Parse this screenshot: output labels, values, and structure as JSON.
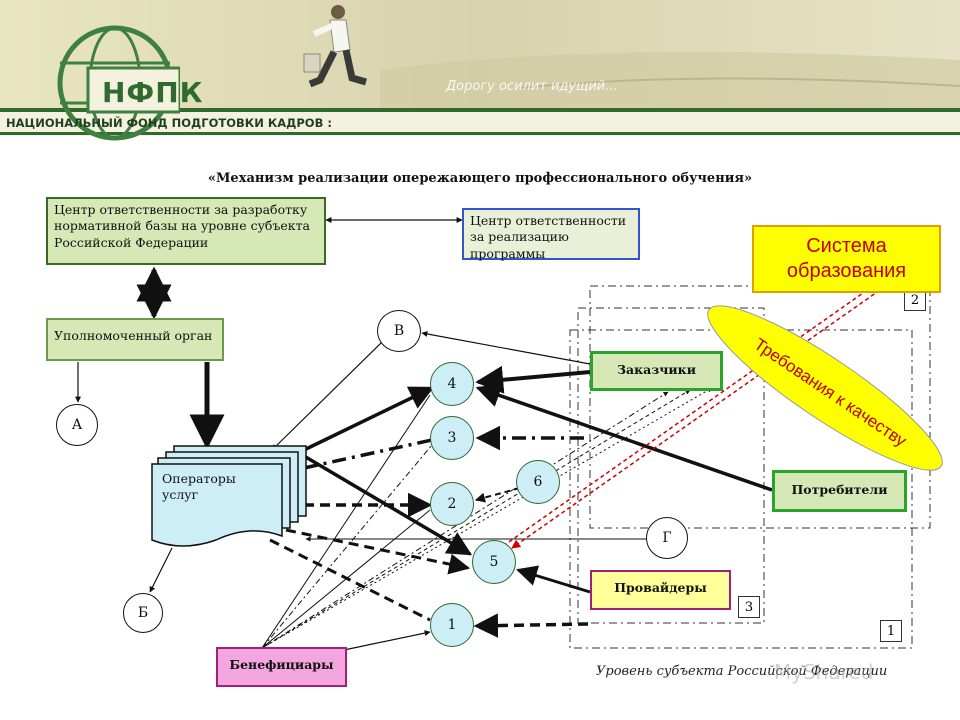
{
  "header": {
    "logo_text": "НФПК",
    "slogan": "Дорогу осилит идущий...",
    "fund_name": "НАЦИОНАЛЬНЫЙ ФОНД ПОДГОТОВКИ КАДРОВ :"
  },
  "diagram": {
    "title": "«Механизм реализации опережающего профессионального обучения»",
    "nodes": {
      "center_norm": "Центр ответственности за разработку нормативной базы на уровне субъекта Российской Федерации",
      "center_program": "Центр ответственности за реализацию программы",
      "authorized_body": "Уполномоченный орган",
      "operators": "Операторы услуг",
      "customers": "Заказчики",
      "consumers": "Потребители",
      "providers": "Провайдеры",
      "beneficiaries": "Бенефициары"
    },
    "circles": {
      "A": "А",
      "B_ru": "Б",
      "V": "В",
      "G": "Г",
      "n1": "1",
      "n2": "2",
      "n3": "3",
      "n4": "4",
      "n5": "5",
      "n6": "6"
    },
    "zones": {
      "z1": "1",
      "z2": "2",
      "z3": "3"
    },
    "level_caption": "Уровень субъекта Российской Федерации",
    "callouts": {
      "system_line1": "Система",
      "system_line2": "образования",
      "quality": "Требования к качеству"
    },
    "watermark": "MyShared"
  },
  "colors": {
    "green_box": "#d6e8b5",
    "green_border": "#4a7a2a",
    "bright_green_border": "#2aa52a",
    "blue_border": "#3355cc",
    "operators_fill": "#cdeef7",
    "providers_fill": "#ffff99",
    "providers_border": "#a0207a",
    "beneficiaries_fill": "#f4a6e0",
    "circle_fill": "#cdeef7",
    "callout_yellow": "#ffff00",
    "callout_text": "#c00000"
  }
}
